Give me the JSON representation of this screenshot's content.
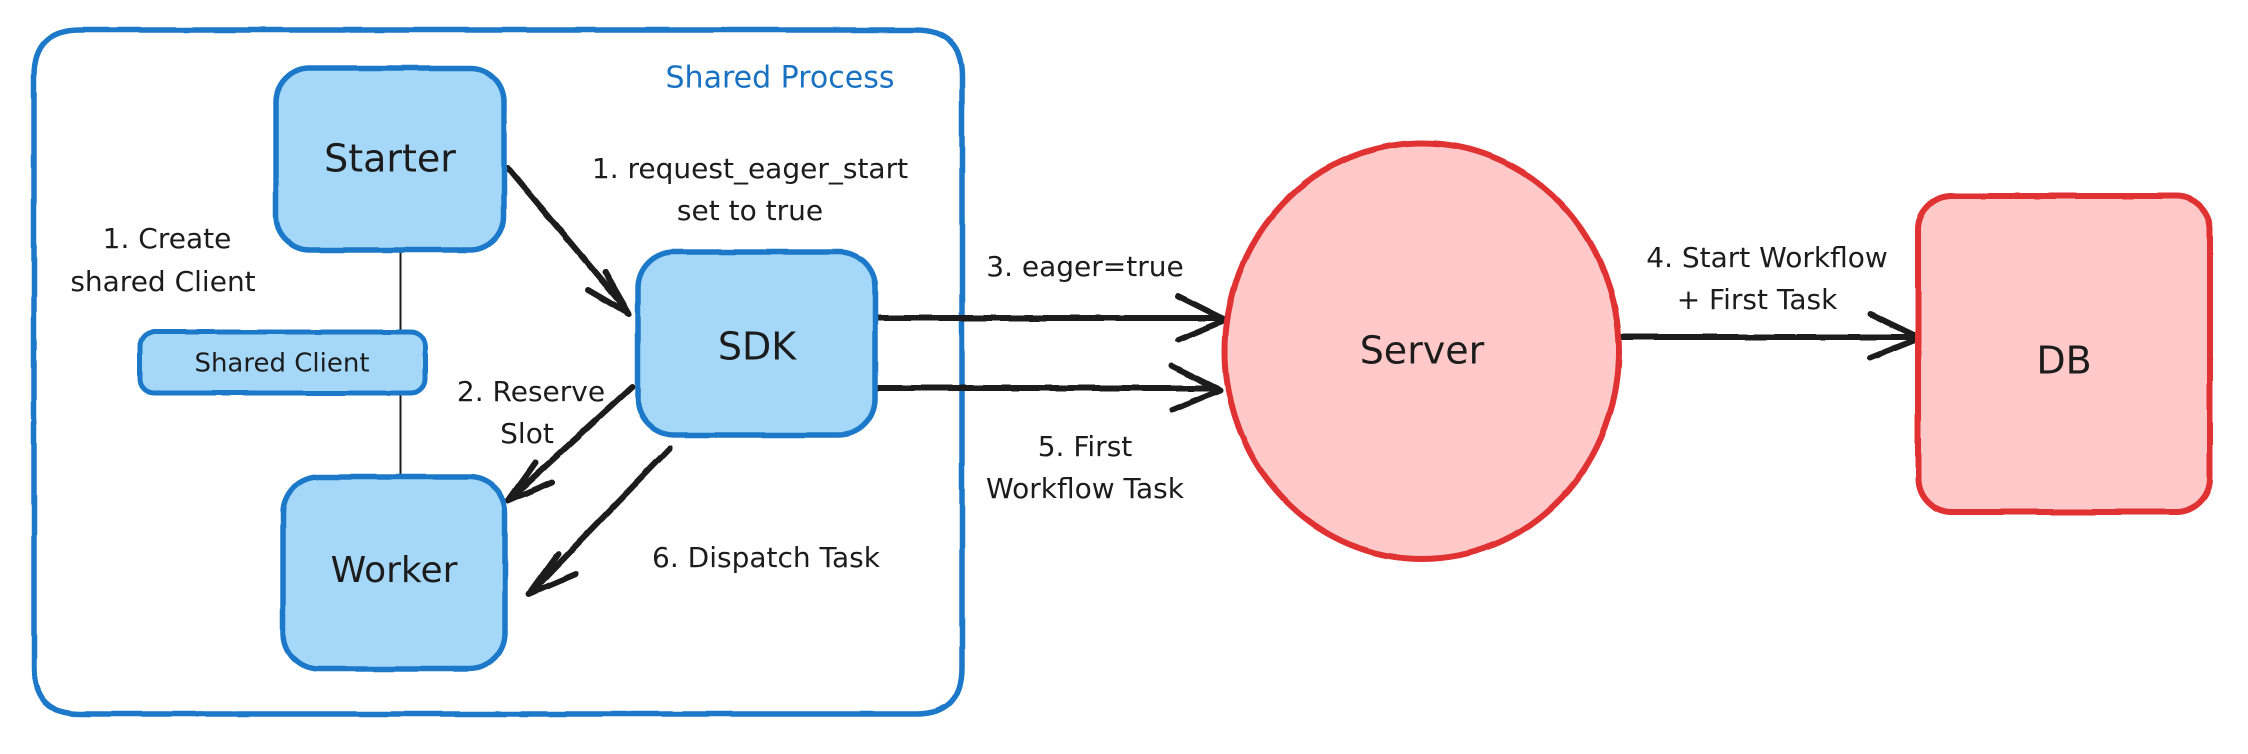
{
  "diagram": {
    "title": "Eager Workflow Start sequence",
    "colors": {
      "node_blue_fill": "#a5d8f8",
      "node_blue_stroke": "#1f78c8",
      "node_red_fill": "#ffc9c9",
      "node_red_stroke": "#e03131",
      "group_stroke": "#1f78c8",
      "group_label_color": "#1971c2",
      "edge_color": "#1c1c1c",
      "background": "#ffffff"
    },
    "group": {
      "label": "Shared Process",
      "shape": "rounded-rect"
    },
    "nodes": [
      {
        "id": "starter",
        "label": "Starter",
        "shape": "rounded-rect",
        "fill": "blue"
      },
      {
        "id": "shared-client",
        "label": "Shared Client",
        "shape": "rounded-rect",
        "fill": "blue"
      },
      {
        "id": "worker",
        "label": "Worker",
        "shape": "rounded-rect",
        "fill": "blue"
      },
      {
        "id": "sdk",
        "label": "SDK",
        "shape": "rounded-rect",
        "fill": "blue"
      },
      {
        "id": "server",
        "label": "Server",
        "shape": "ellipse",
        "fill": "red"
      },
      {
        "id": "db",
        "label": "DB",
        "shape": "rounded-rect",
        "fill": "red"
      }
    ],
    "edges": [
      {
        "id": "e1",
        "from": "starter",
        "to": "sdk",
        "label": "1. request_eager_start\nset to true",
        "label_lines": [
          "1. request_eager_start",
          "set to true"
        ],
        "arrow": true
      },
      {
        "id": "e2",
        "from": "sdk",
        "to": "worker",
        "label": "2. Reserve\nSlot",
        "label_lines": [
          "2. Reserve",
          "Slot"
        ],
        "arrow": true
      },
      {
        "id": "e3",
        "from": "sdk",
        "to": "server",
        "label": "3. eager=true",
        "label_lines": [
          "3. eager=true"
        ],
        "arrow": true
      },
      {
        "id": "e4",
        "from": "server",
        "to": "db",
        "label": "4. Start Workflow\n+ First Task",
        "label_lines": [
          "4. Start Workflow",
          "+ First Task"
        ],
        "arrow": true
      },
      {
        "id": "e5",
        "from": "sdk",
        "to": "server",
        "label": "5. First\nWorkflow Task",
        "label_lines": [
          "5. First",
          "Workflow Task"
        ],
        "arrow": true
      },
      {
        "id": "e6",
        "from": "sdk",
        "to": "worker",
        "label": "6. Dispatch Task",
        "label_lines": [
          "6. Dispatch Task"
        ],
        "arrow": true
      },
      {
        "id": "e7",
        "from": "starter",
        "to": "shared-client",
        "label": "1. Create\nshared Client",
        "label_lines": [
          "1. Create",
          "shared Client"
        ],
        "arrow": false
      },
      {
        "id": "e8",
        "from": "shared-client",
        "to": "worker",
        "label": "",
        "label_lines": [],
        "arrow": false
      }
    ]
  }
}
